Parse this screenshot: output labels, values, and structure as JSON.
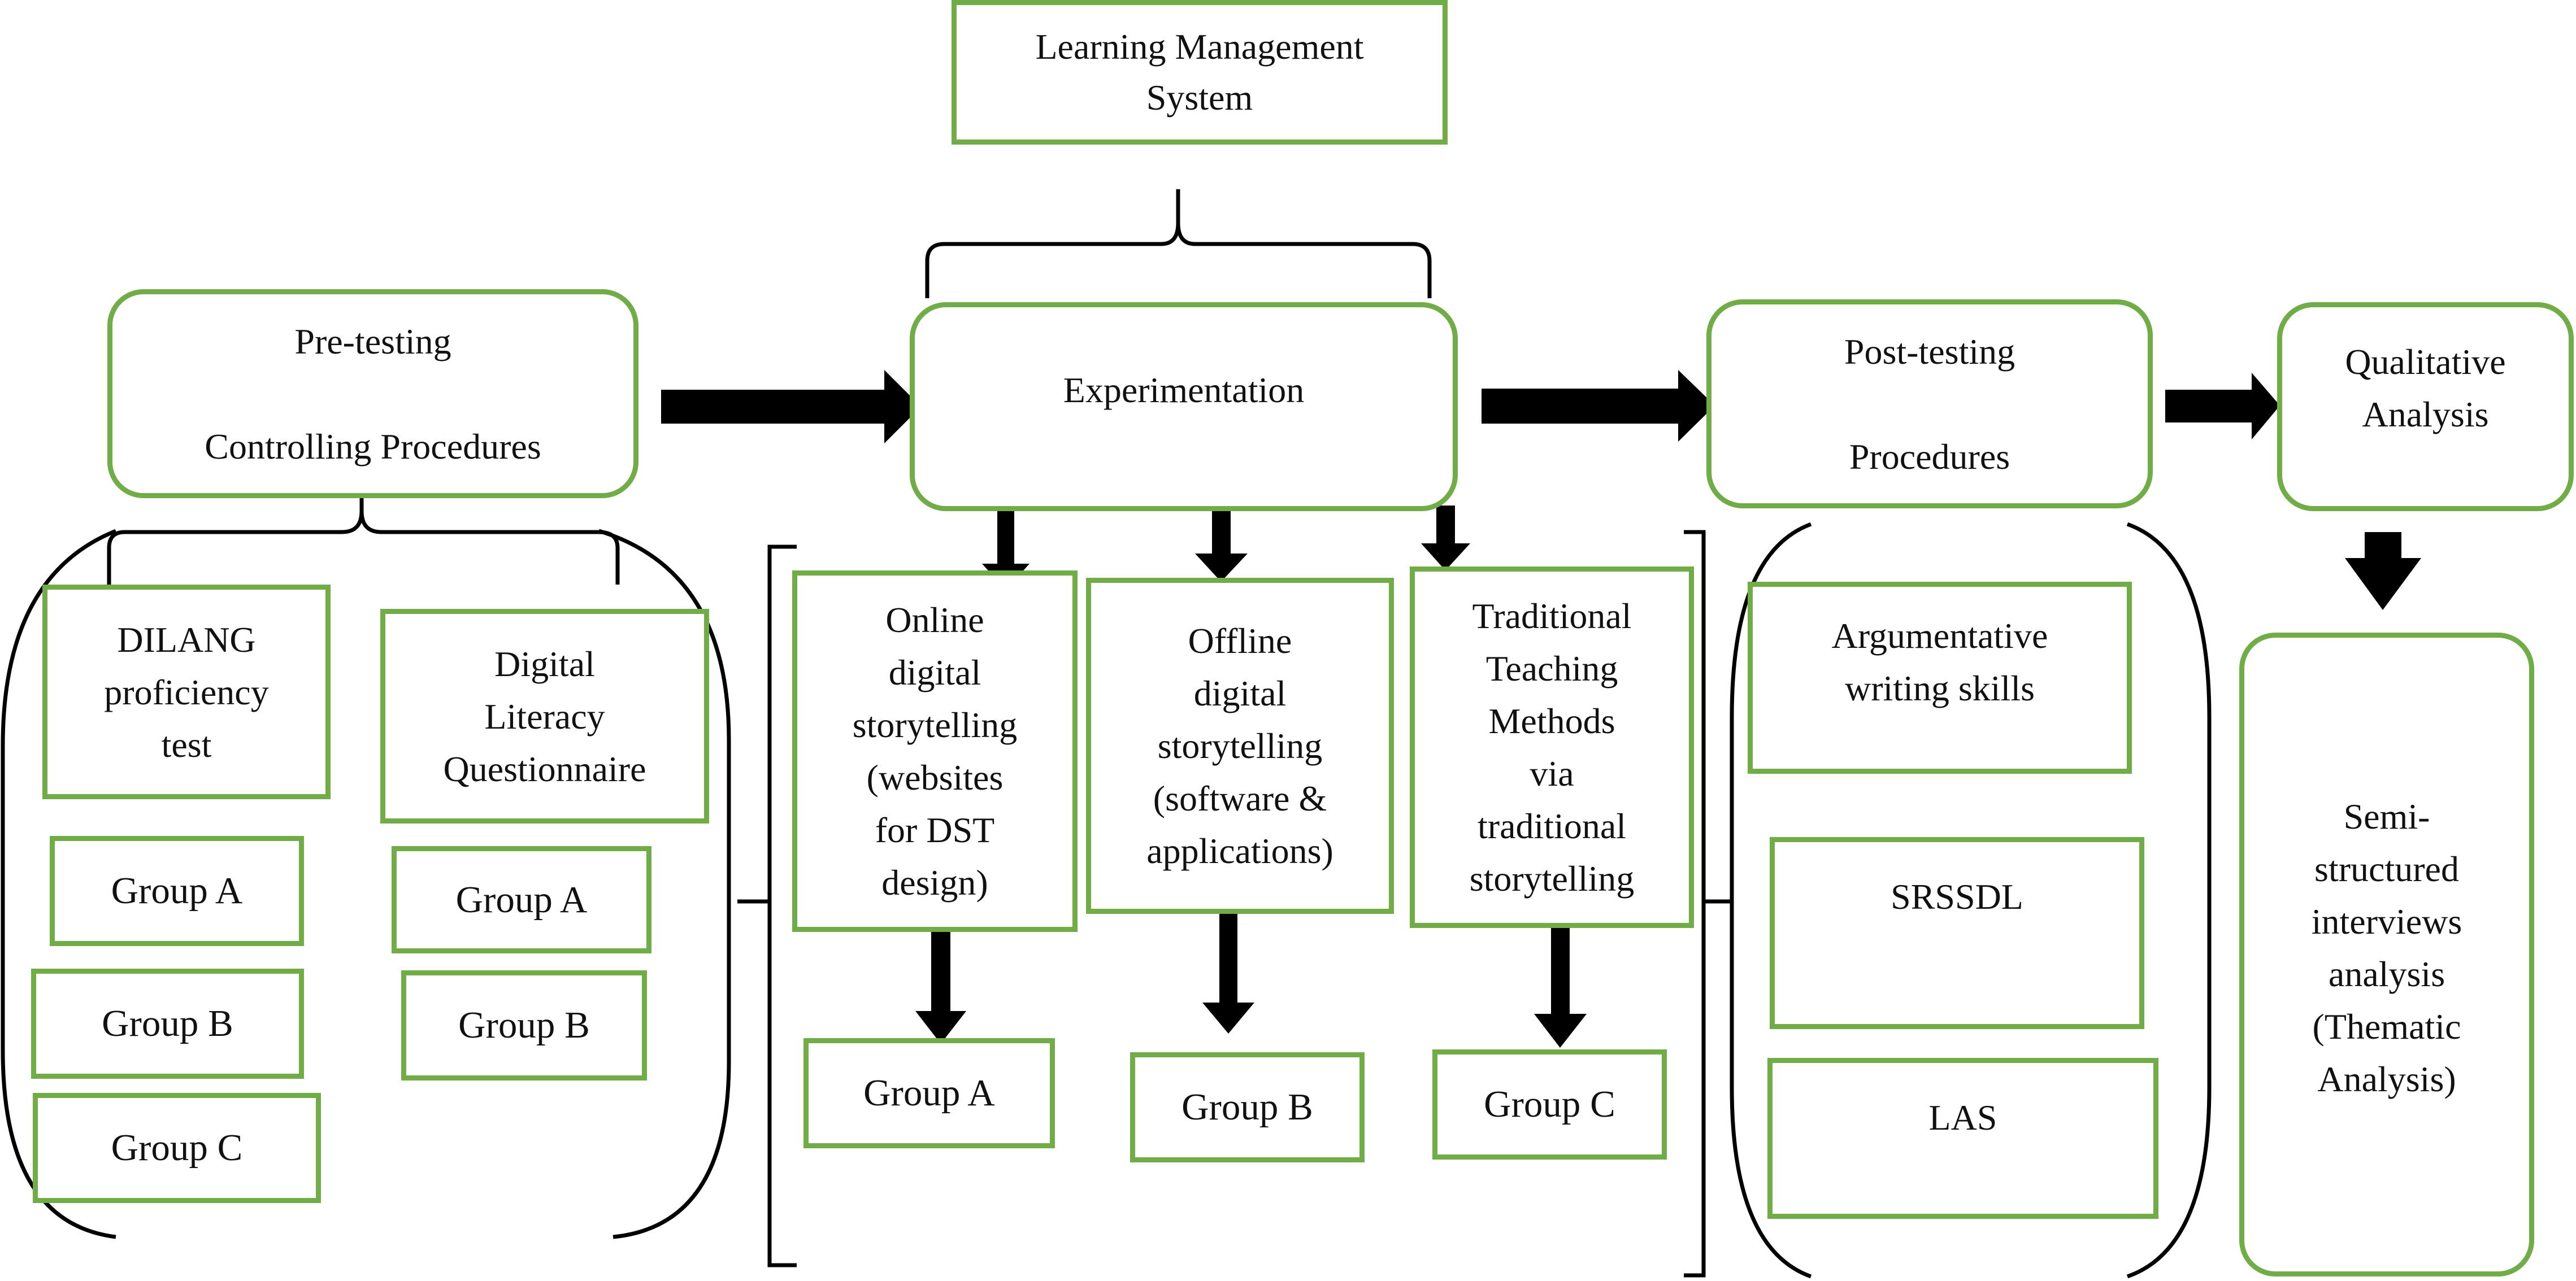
{
  "colors": {
    "box_border": "#70ad47",
    "line": "#000000",
    "text": "#111111"
  },
  "top": {
    "lms": "Learning Management\nSystem"
  },
  "stages": {
    "pretesting": "Pre-testing\n\nControlling Procedures",
    "experimentation": "Experimentation",
    "posttesting": "Post-testing\n\nProcedures",
    "qualitative": "Qualitative\nAnalysis"
  },
  "pretesting": {
    "dilang": "DILANG\nproficiency\ntest",
    "digital_literacy": "Digital\nLiteracy\nQuestionnaire",
    "dilang_groups": [
      "Group A",
      "Group B",
      "Group C"
    ],
    "literacy_groups": [
      "Group A",
      "Group B"
    ]
  },
  "experimentation": {
    "online": "Online\ndigital\nstorytelling\n(websites\nfor DST\ndesign)",
    "offline": "Offline\ndigital\nstorytelling\n(software &\napplications)",
    "traditional": "Traditional\nTeaching\nMethods\nvia\ntraditional\nstorytelling",
    "groups": [
      "Group A",
      "Group B",
      "Group C"
    ]
  },
  "posttesting": {
    "argumentative": "Argumentative\nwriting skills",
    "srssdl": "SRSSDL",
    "las": "LAS"
  },
  "qualitative": {
    "interviews": "Semi-\nstructured\ninterviews\nanalysis\n(Thematic\nAnalysis)"
  }
}
